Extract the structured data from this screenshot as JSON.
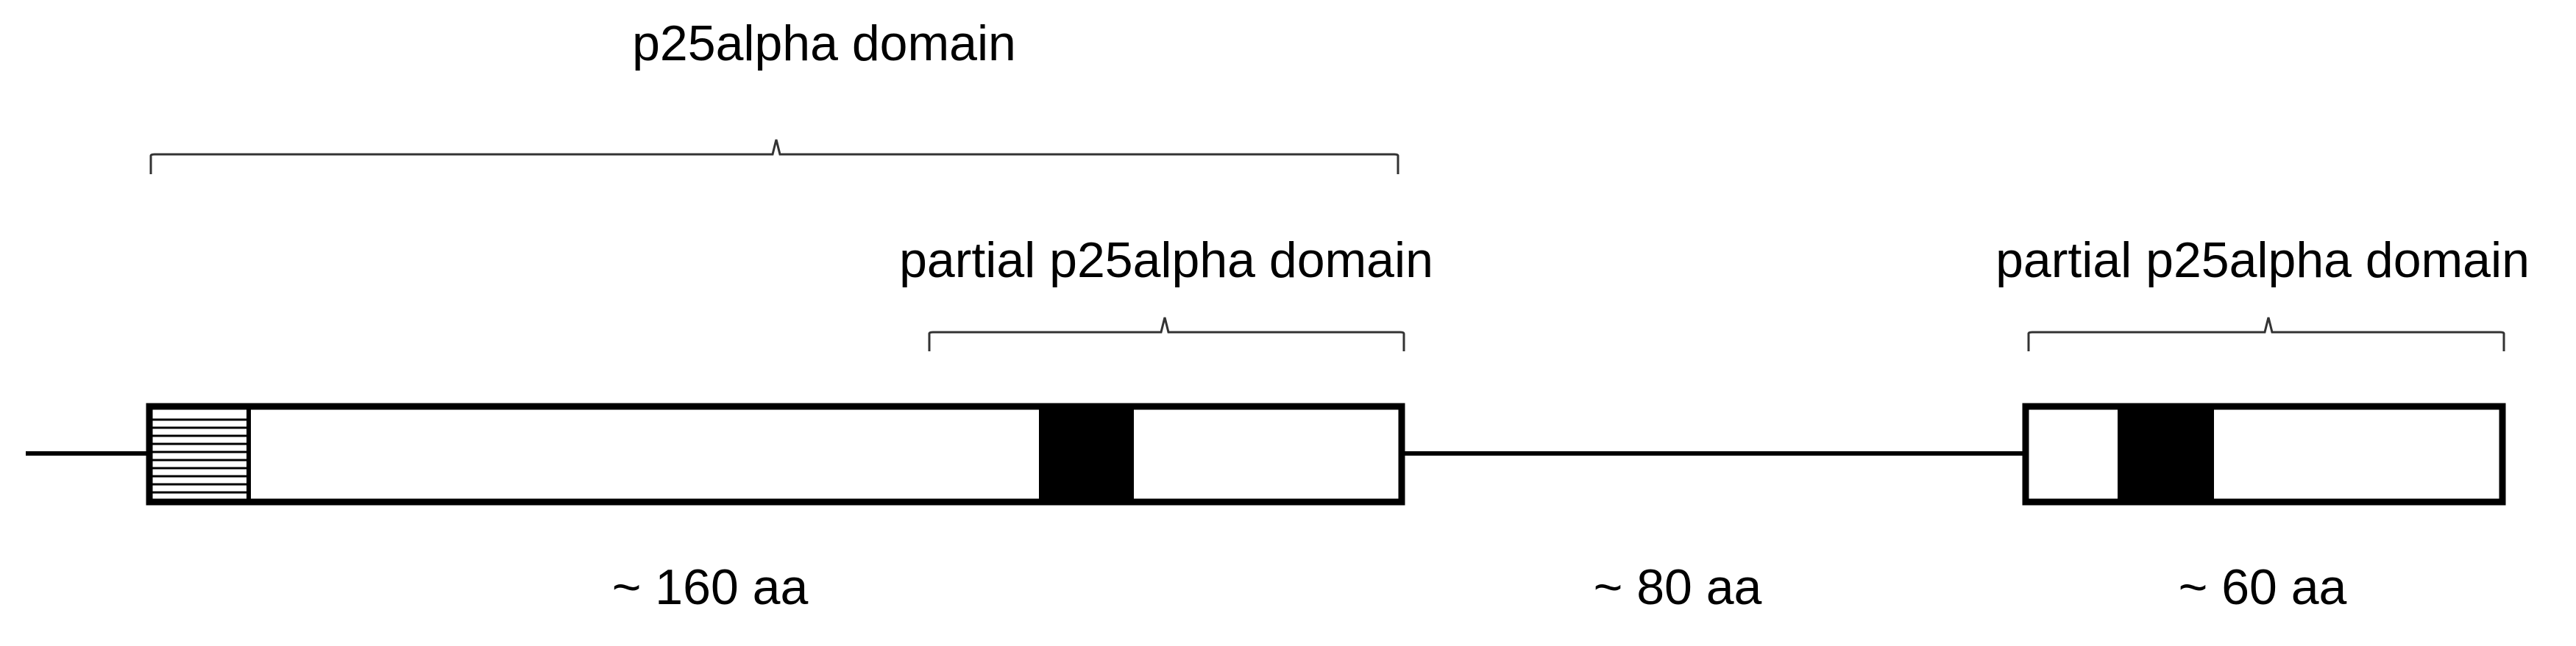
{
  "labels": {
    "top_domain": "p25alpha domain",
    "partial_domain_left": "partial p25alpha domain",
    "partial_domain_right": "partial p25alpha domain",
    "length_first": "~ 160 aa",
    "length_linker": "~ 80 aa",
    "length_second": "~ 60 aa"
  },
  "colors": {
    "stroke": "#000000",
    "bracket": "#333333",
    "fill": "#ffffff"
  }
}
